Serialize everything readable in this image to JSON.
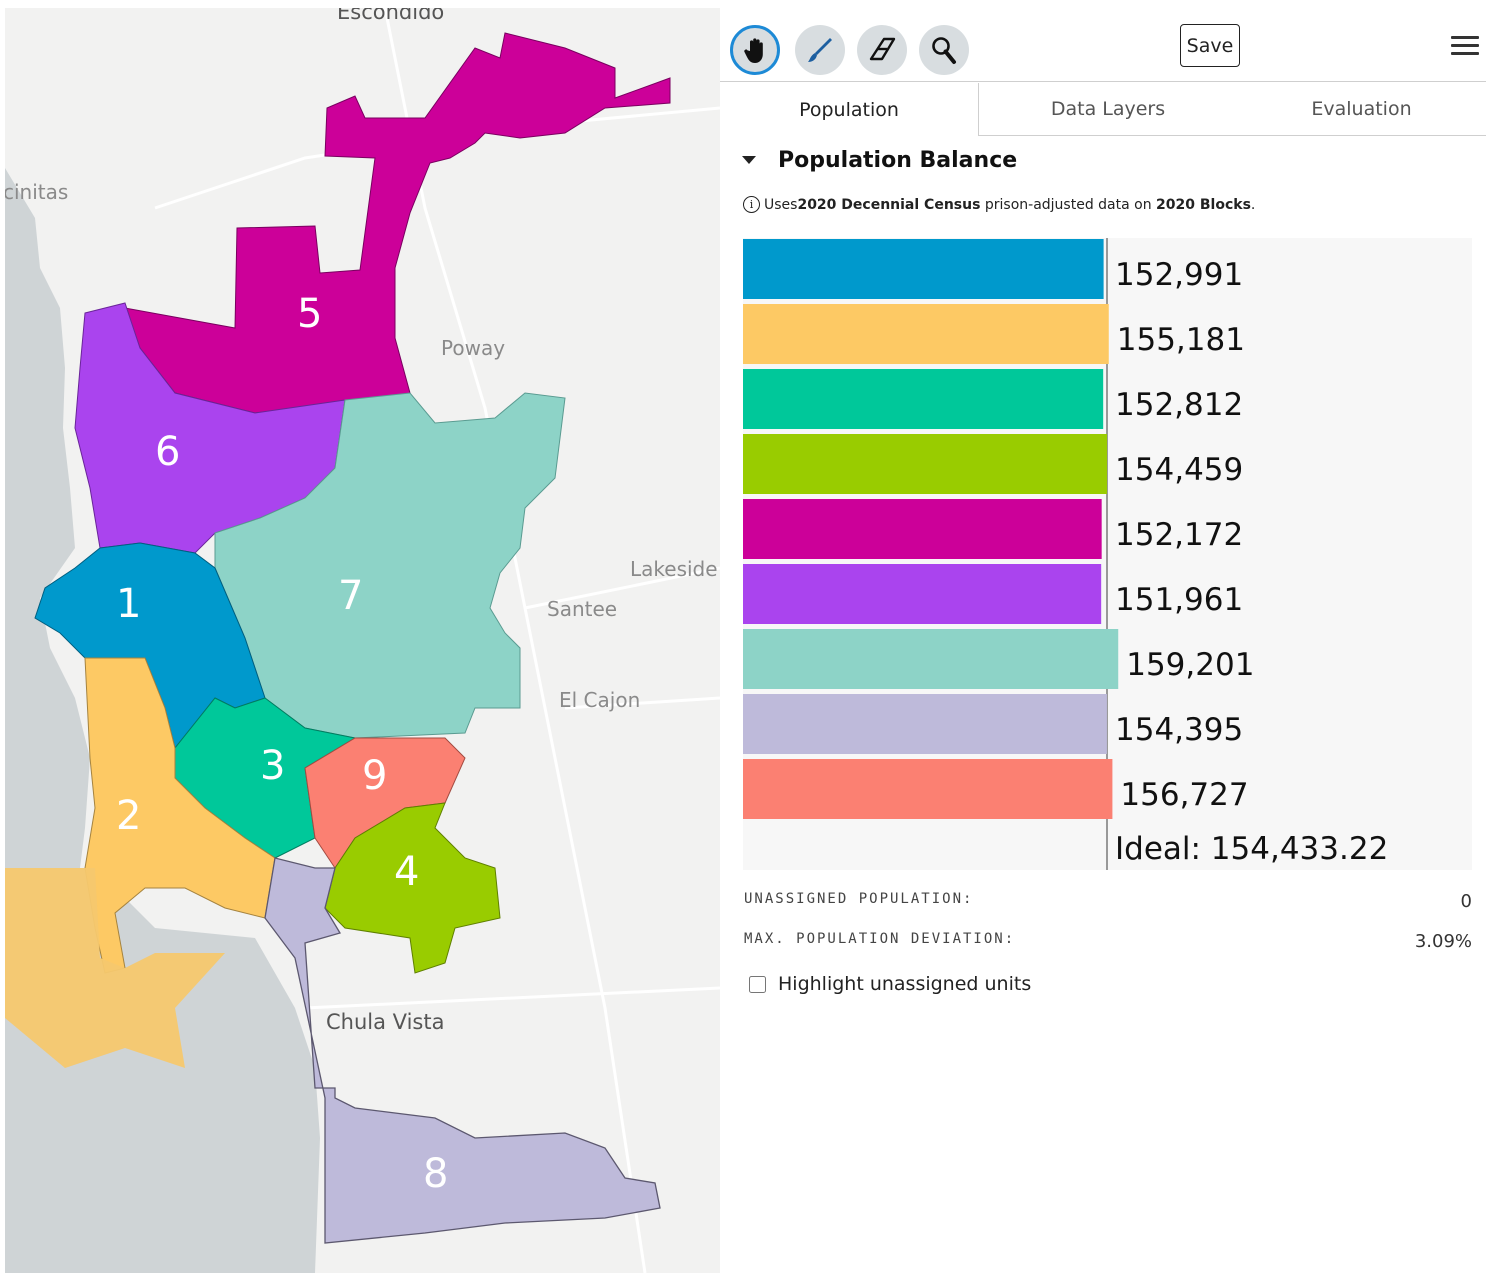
{
  "map": {
    "places": [
      {
        "name": "Escondido"
      },
      {
        "name": "cinitas"
      },
      {
        "name": "Poway"
      },
      {
        "name": "Lakeside"
      },
      {
        "name": "Santee"
      },
      {
        "name": "El Cajon"
      },
      {
        "name": "Chula Vista"
      }
    ],
    "districts": [
      {
        "label": "1",
        "color": "#0099cc"
      },
      {
        "label": "2",
        "color": "#fdc964"
      },
      {
        "label": "3",
        "color": "#00c89a"
      },
      {
        "label": "4",
        "color": "#99cc00"
      },
      {
        "label": "5",
        "color": "#cc0099"
      },
      {
        "label": "6",
        "color": "#aa44ee"
      },
      {
        "label": "7",
        "color": "#8dd3c7"
      },
      {
        "label": "8",
        "color": "#bebada"
      },
      {
        "label": "9",
        "color": "#fb8072"
      }
    ]
  },
  "toolbar": {
    "tools": [
      {
        "name": "pan",
        "icon": "hand-icon",
        "active": true
      },
      {
        "name": "brush",
        "icon": "brush-icon",
        "active": false
      },
      {
        "name": "eraser",
        "icon": "eraser-icon",
        "active": false
      },
      {
        "name": "inspect",
        "icon": "magnifier-icon",
        "active": false
      }
    ],
    "save_label": "Save",
    "menu_icon": "hamburger-icon"
  },
  "tabs": [
    {
      "label": "Population",
      "active": true
    },
    {
      "label": "Data Layers",
      "active": false
    },
    {
      "label": "Evaluation",
      "active": false
    }
  ],
  "section": {
    "title": "Population Balance",
    "info_prefix": "Uses ",
    "info_bold1": "2020 Decennial Census",
    "info_mid": " prison-adjusted data on ",
    "info_bold2": "2020 Blocks",
    "info_suffix": "."
  },
  "chart_data": {
    "type": "bar",
    "orientation": "horizontal",
    "categories": [
      "1",
      "2",
      "3",
      "4",
      "5",
      "6",
      "7",
      "8",
      "9"
    ],
    "values": [
      152991,
      155181,
      152812,
      154459,
      152172,
      151961,
      159201,
      154395,
      156727
    ],
    "value_labels": [
      "152,991",
      "155,181",
      "152,812",
      "154,459",
      "152,172",
      "151,961",
      "159,201",
      "154,395",
      "156,727"
    ],
    "colors": [
      "#0099cc",
      "#fdc964",
      "#00c89a",
      "#99cc00",
      "#cc0099",
      "#aa44ee",
      "#8dd3c7",
      "#bebada",
      "#fb8072"
    ],
    "ideal": 154433.22,
    "ideal_label": "Ideal: 154,433.22"
  },
  "stats": {
    "unassigned_label": "UNASSIGNED POPULATION:",
    "unassigned_value": "0",
    "deviation_label": "MAX. POPULATION DEVIATION:",
    "deviation_value": "3.09%"
  },
  "highlight_label": "Highlight unassigned units"
}
